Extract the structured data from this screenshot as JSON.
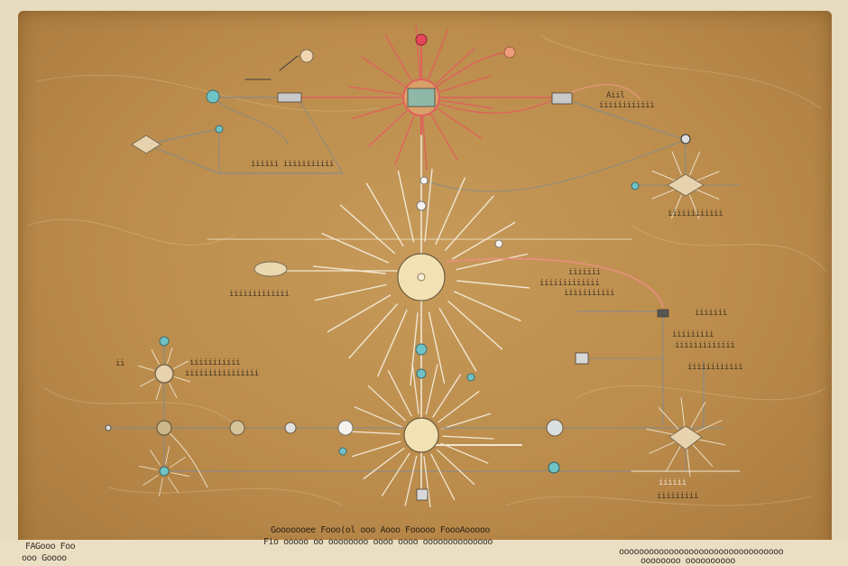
{
  "colors": {
    "paper": "#bf9152",
    "line_light": "#f1e7d2",
    "line_gray": "#8c8a82",
    "line_red": "#e0605c",
    "node_teal": "#6fc2c5",
    "node_cream": "#f2e2b3",
    "node_red": "#e5475a",
    "node_salmon": "#ec9b7d"
  },
  "diagram": {
    "hubs": [
      {
        "name": "hub-top",
        "color": "red"
      },
      {
        "name": "hub-middle",
        "color": "cream"
      },
      {
        "name": "hub-bottom",
        "color": "cream"
      }
    ]
  },
  "labels": {
    "top_right_a": "Aiil",
    "top_right_b": "iiiiiiiiiiii",
    "top_left_mid": "iiiiii iiiiiiiiiii",
    "right_upper": "iiiiiiiiiiii",
    "mid_left": "iiiiiiiiiiiii",
    "mid_right_a": "iiiiiii",
    "mid_right_b": "iiiiiiiiiiiii",
    "mid_right_c": "iiiiiiiiiii",
    "left_lower_a": "ii",
    "left_lower_b": "iiiiiiiiiii",
    "left_lower_c": "iiiiiiiiiiiiiiii",
    "right_lower_a": "iiiiiii",
    "right_lower_b": "iiiiiiiii",
    "right_lower_c": "iiiiiiiiiiiii",
    "right_lower_d": "iiiiiiiiiiii",
    "bottom_right_a": "iiiiii",
    "bottom_right_b": "iiiiiiiii",
    "caption_line1": "Gooooooee  Fooo(ol ooo Aooo Fooooo FoooAooooo",
    "caption_line2": "Fio ooooo oo oooooooo oooo oooo oooooooooooooo",
    "footer_left_1": "FAGooo Foo",
    "footer_left_2": "ooo Goooo",
    "footer_right_1": "ooooooooooooooooooooooooooooooooo",
    "footer_right_2": "oooooooo  oooooooooo"
  }
}
